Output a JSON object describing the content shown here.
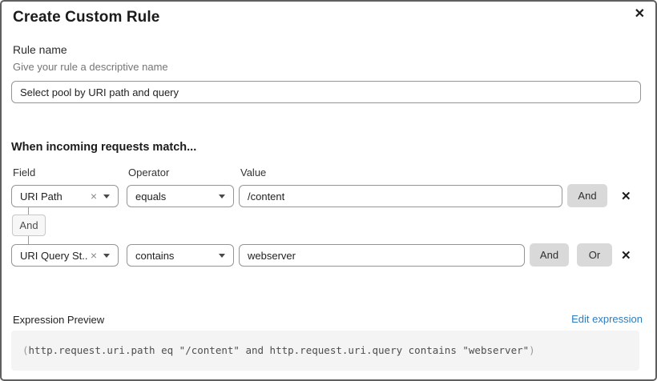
{
  "modal": {
    "title": "Create Custom Rule"
  },
  "icons": {
    "close": "✕",
    "clear": "×",
    "row_delete": "✕"
  },
  "rule_name": {
    "label": "Rule name",
    "helper": "Give your rule a descriptive name",
    "value": "Select pool by URI path and query"
  },
  "match": {
    "heading": "When incoming requests match...",
    "columns": {
      "field": "Field",
      "operator": "Operator",
      "value": "Value"
    },
    "connector": "And",
    "rows": [
      {
        "field": "URI Path",
        "operator": "equals",
        "value": "/content",
        "buttons": [
          "And"
        ]
      },
      {
        "field": "URI Query St...",
        "operator": "contains",
        "value": "webserver",
        "buttons": [
          "And",
          "Or"
        ]
      }
    ]
  },
  "expression": {
    "label": "Expression Preview",
    "edit_link": "Edit expression",
    "open": "(",
    "body": "http.request.uri.path eq \"/content\" and http.request.uri.query contains \"webserver\"",
    "close": ")"
  },
  "colors": {
    "accent_link": "#2e7cbe",
    "button_gray": "#d9d9d9",
    "code_background": "#f4f4f4",
    "border_gray": "#959595"
  }
}
